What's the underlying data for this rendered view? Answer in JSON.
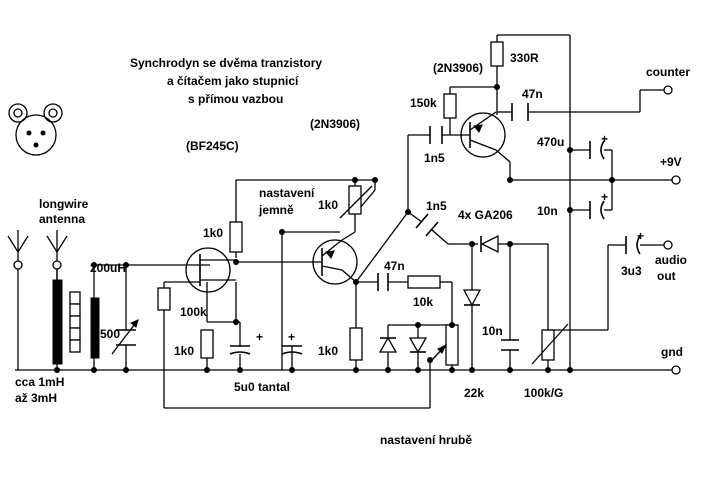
{
  "title": {
    "line1": "Synchrodyn se dvěma tranzistory",
    "line2": "a čítačem jako stupnicí",
    "line3": "s přímou vazbou"
  },
  "transistors": {
    "top_pnp": "(2N3906)",
    "mid_pnp": "(2N3906)",
    "fet": "(BF245C)"
  },
  "antenna": {
    "line1": "longwire",
    "line2": "antenna"
  },
  "inductor": {
    "coil": "200uH",
    "ferrite_line1": "cca 1mH",
    "ferrite_line2": "až 3mH"
  },
  "components": {
    "r_330": "330R",
    "r_150k": "150k",
    "c_47n_top": "47n",
    "c_1n5_top": "1n5",
    "c_470u": "470u",
    "c_10n_supply": "10n",
    "r_1k0_trim": "1k0",
    "c_1n5_mid": "1n5",
    "diodes": "4x GA206",
    "r_1k0_drain": "1k0",
    "c_47n_mid": "47n",
    "r_10k": "10k",
    "r_100k": "100k",
    "c_500": "500",
    "r_1k0_source": "1k0",
    "r_1k0_emitter": "1k0",
    "c_10n_det": "10n",
    "pot_22k": "22k",
    "pot_100k": "100k/G",
    "c_tantal": "5u0 tantal",
    "c_3u3": "3u3",
    "plus": "+"
  },
  "controls": {
    "fine_line1": "nastavení",
    "fine_line2": "jemně",
    "coarse": "nastavení hrubě"
  },
  "terminals": {
    "counter": "counter",
    "vcc": "+9V",
    "audio_line1": "audio",
    "audio_line2": "out",
    "gnd": "gnd"
  }
}
